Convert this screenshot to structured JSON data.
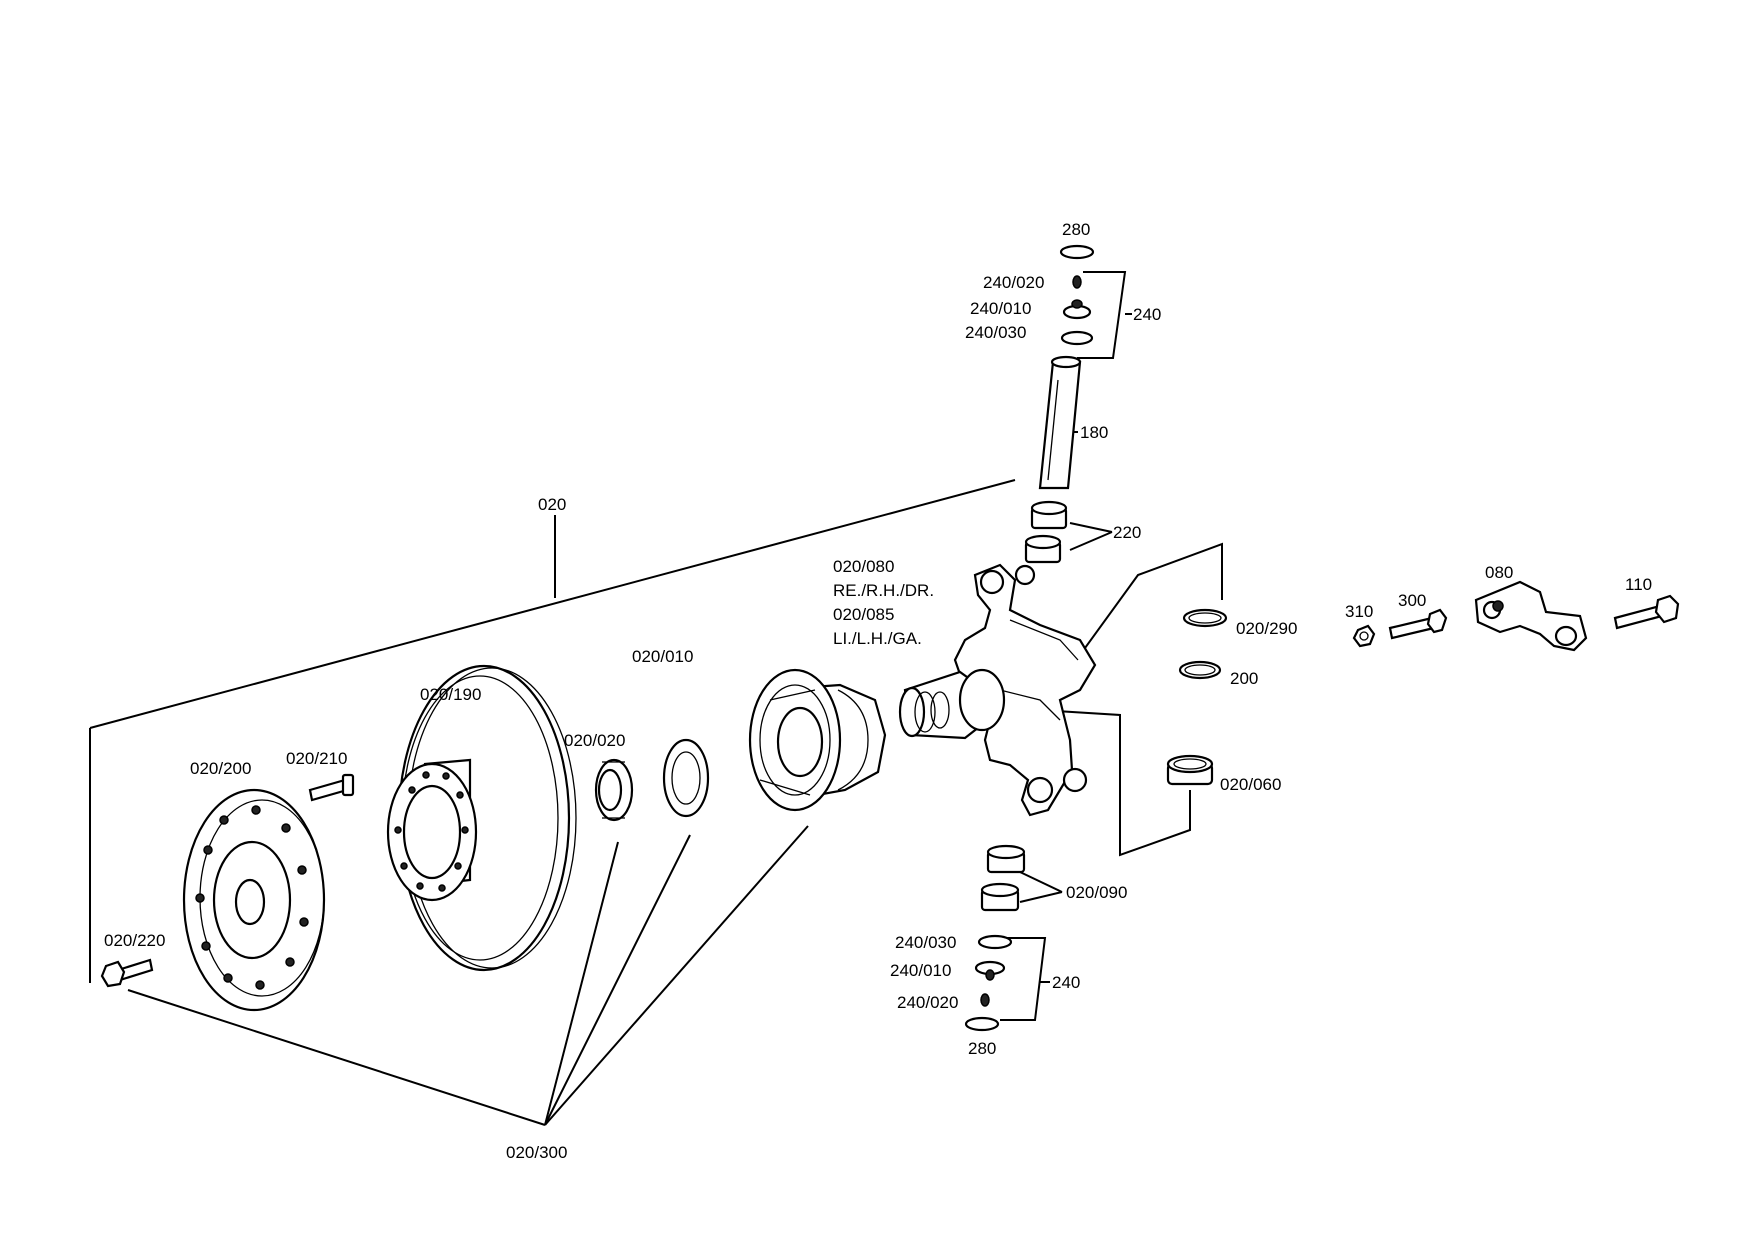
{
  "labels": {
    "l_280_top": "280",
    "l_240_020_top": "240/020",
    "l_240_010_top": "240/010",
    "l_240_030_top": "240/030",
    "l_240_top": "240",
    "l_180": "180",
    "l_220": "220",
    "l_020": "020",
    "l_020_080": "020/080",
    "l_re_rh_dr": "RE./R.H./DR.",
    "l_020_085": "020/085",
    "l_li_lh_ga": "LI./L.H./GA.",
    "l_020_290": "020/290",
    "l_200": "200",
    "l_020_060": "020/060",
    "l_310": "310",
    "l_300": "300",
    "l_080": "080",
    "l_110": "110",
    "l_020_010": "020/010",
    "l_020_190": "020/190",
    "l_020_020": "020/020",
    "l_020_210": "020/210",
    "l_020_200": "020/200",
    "l_020_220": "020/220",
    "l_020_090": "020/090",
    "l_240_030_bot": "240/030",
    "l_240_010_bot": "240/010",
    "l_240_020_bot": "240/020",
    "l_240_bot": "240",
    "l_280_bot": "280",
    "l_020_300": "020/300"
  }
}
